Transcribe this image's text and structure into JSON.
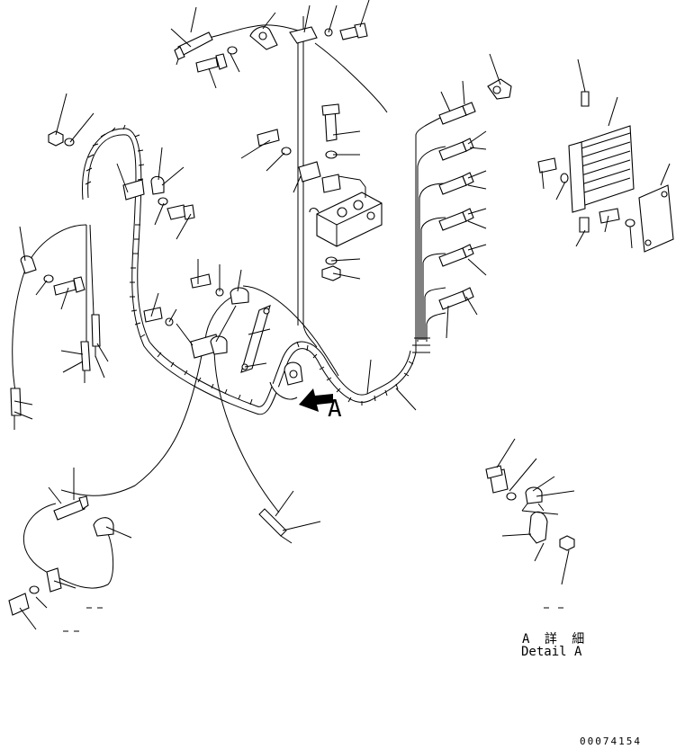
{
  "view_marker": {
    "letter": "A"
  },
  "detail": {
    "label_jp": "A 詳 細",
    "label_en": "Detail A"
  },
  "drawing_number": "00074154"
}
